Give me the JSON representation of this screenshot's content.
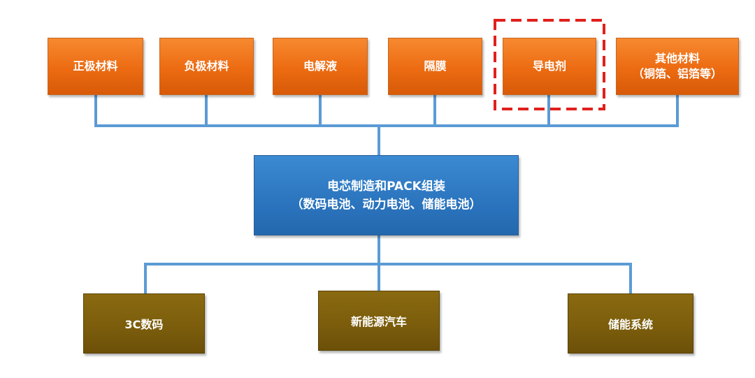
{
  "diagram": {
    "materials": [
      {
        "lines": [
          "正极材料"
        ],
        "highlighted": false
      },
      {
        "lines": [
          "负极材料"
        ],
        "highlighted": false
      },
      {
        "lines": [
          "电解液"
        ],
        "highlighted": false
      },
      {
        "lines": [
          "隔膜"
        ],
        "highlighted": false
      },
      {
        "lines": [
          "导电剂"
        ],
        "highlighted": true
      },
      {
        "lines": [
          "其他材料",
          "（铜箔、铝箔等）"
        ],
        "highlighted": false
      }
    ],
    "core": {
      "line1": "电芯制造和PACK组装",
      "line2": "（数码电池、动力电池、储能电池）"
    },
    "applications": [
      {
        "label": "3C数码"
      },
      {
        "label": "新能源汽车"
      },
      {
        "label": "储能系统"
      }
    ]
  },
  "colors": {
    "material_box": "#ec6b12",
    "core_box": "#2b74be",
    "application_box": "#7a5c0c",
    "connector": "#5b9bd5",
    "highlight_border": "#e0201c"
  }
}
